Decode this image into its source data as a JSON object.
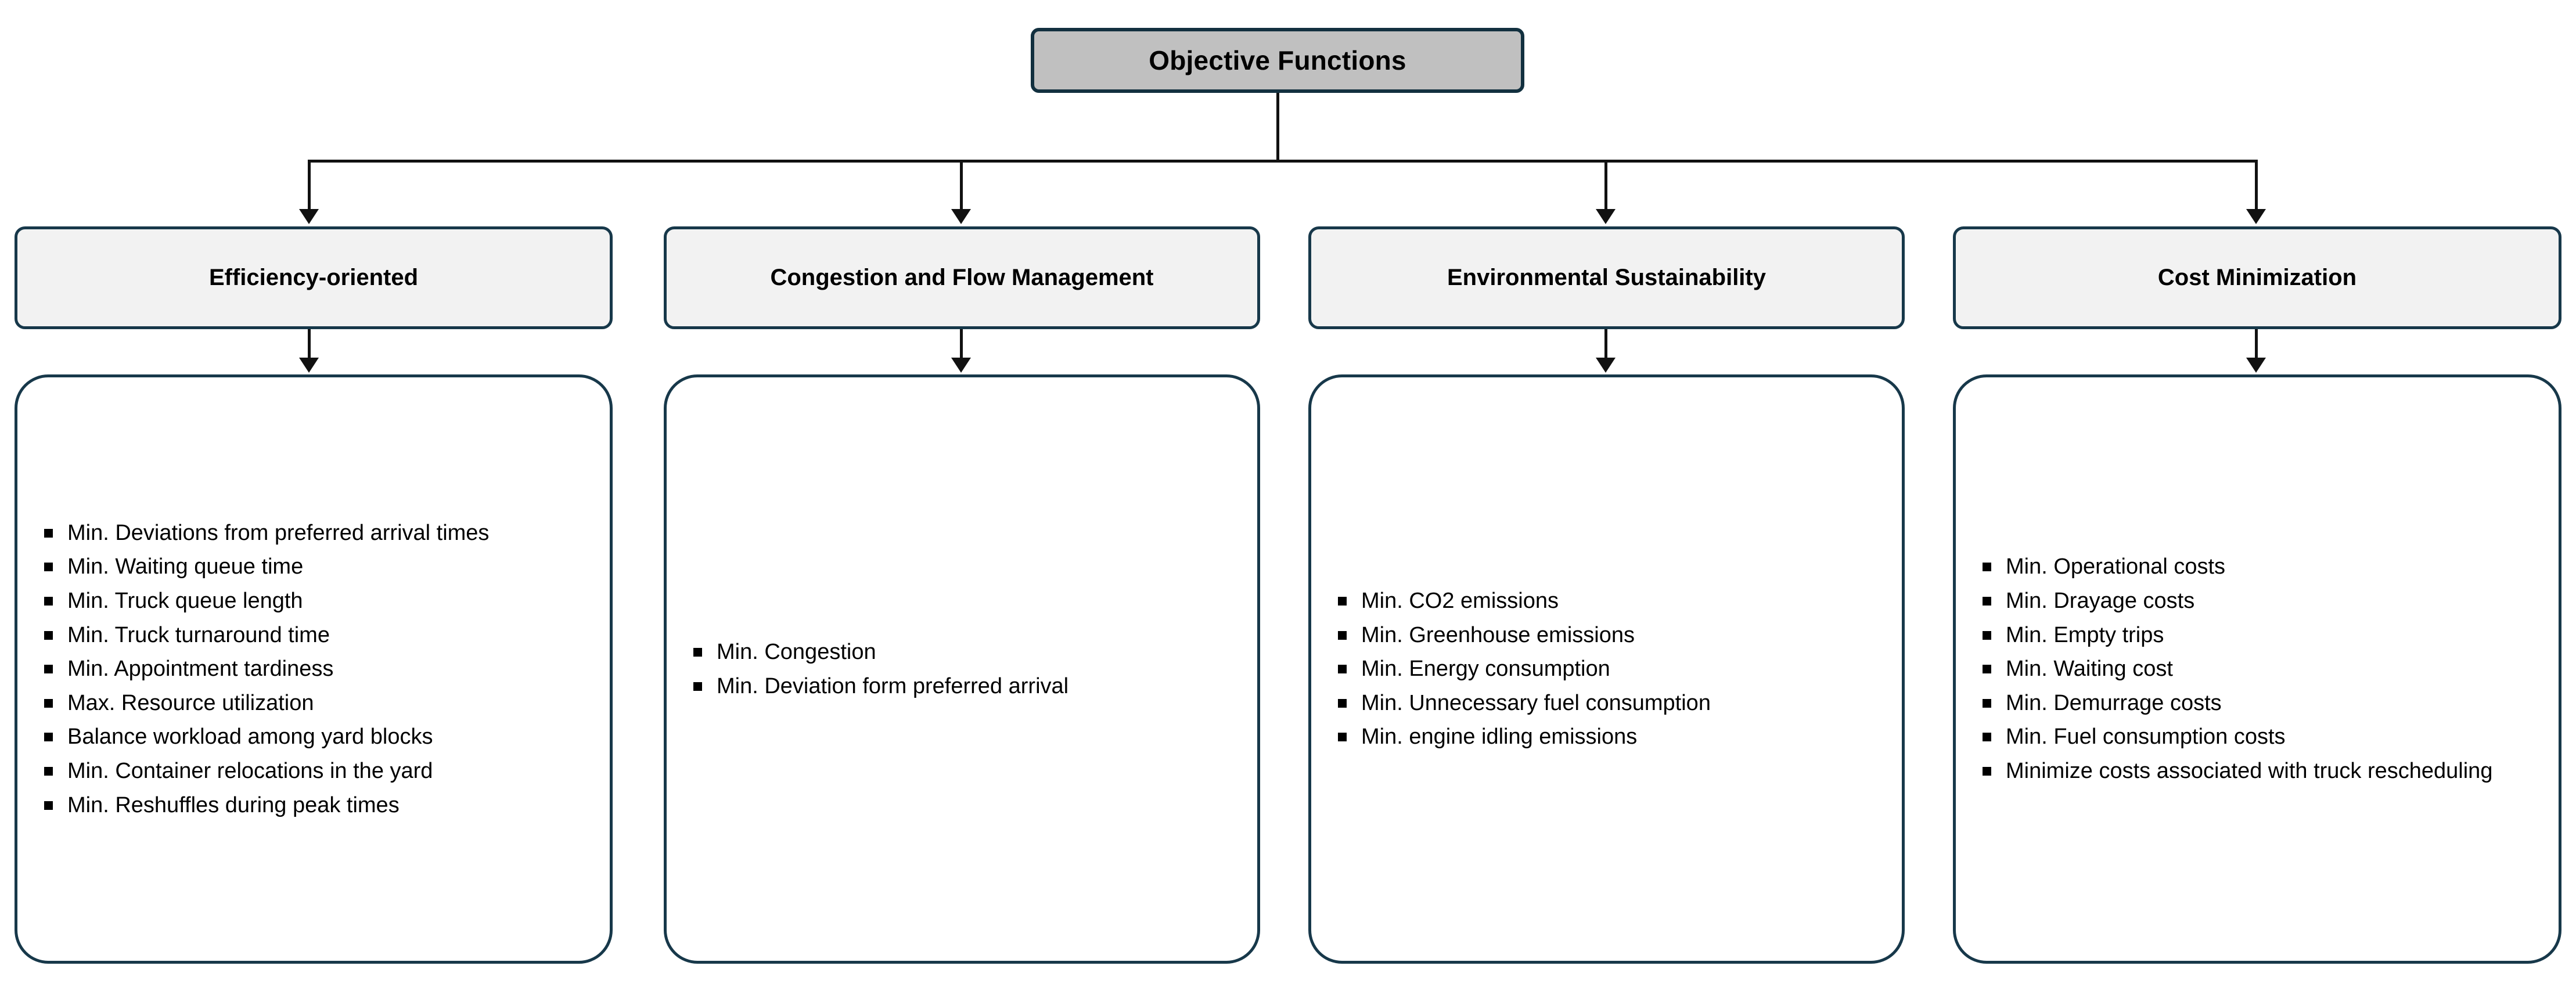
{
  "diagram": {
    "type": "hierarchy-tree",
    "title": "Objective Functions",
    "colors": {
      "root_fill": "#c0c0c0",
      "header_fill": "#f2f2f2",
      "body_fill": "#ffffff",
      "border": "#17384a",
      "connector": "#111111",
      "text": "#000000"
    },
    "bullet_glyph": "square-bullet",
    "categories": [
      {
        "label": "Efficiency-oriented",
        "items": [
          "Min. Deviations from preferred arrival times",
          "Min. Waiting queue time",
          "Min. Truck queue length",
          "Min. Truck turnaround time",
          "Min. Appointment tardiness",
          "Max. Resource utilization",
          "Balance workload among yard blocks",
          "Min. Container relocations in the yard",
          "Min. Reshuffles during peak times"
        ]
      },
      {
        "label": "Congestion and Flow Management",
        "items": [
          "Min. Congestion",
          "Min. Deviation form preferred arrival"
        ]
      },
      {
        "label": "Environmental Sustainability",
        "items": [
          "Min. CO2 emissions",
          "Min. Greenhouse emissions",
          "Min. Energy consumption",
          "Min. Unnecessary fuel consumption",
          "Min. engine idling emissions"
        ]
      },
      {
        "label": "Cost Minimization",
        "items": [
          "Min. Operational costs",
          "Min. Drayage costs",
          "Min. Empty trips",
          "Min. Waiting cost",
          "Min. Demurrage costs",
          "Min. Fuel consumption costs",
          "Minimize costs associated with truck rescheduling"
        ]
      }
    ]
  }
}
